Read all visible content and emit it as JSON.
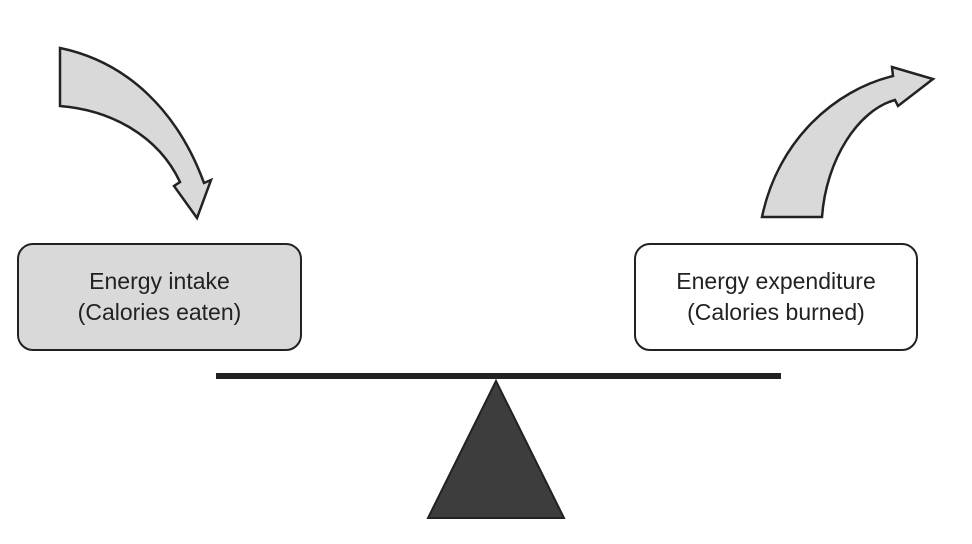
{
  "intake": {
    "line1": "Energy intake",
    "line2": "(Calories eaten)",
    "fill": "#d9d9d9"
  },
  "expenditure": {
    "line1": "Energy expenditure",
    "line2": "(Calories burned)",
    "fill": "#ffffff"
  },
  "arrows": {
    "fill": "#d9d9d9",
    "stroke": "#222222"
  },
  "seesaw": {
    "beam_color": "#222222",
    "fulcrum_fill": "#3d3d3d"
  }
}
